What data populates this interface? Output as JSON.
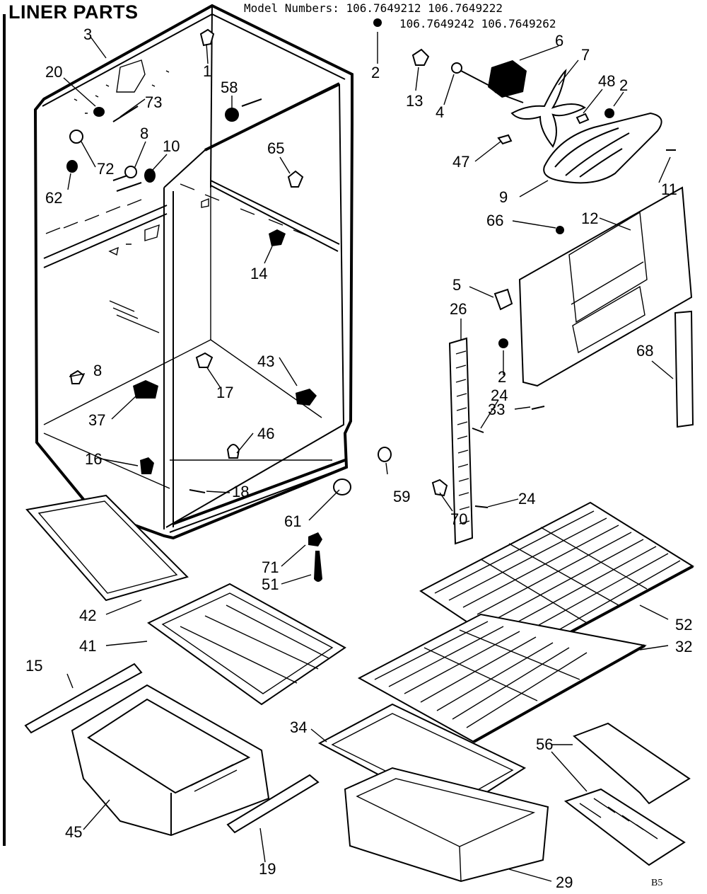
{
  "header": {
    "title": "LINER PARTS",
    "models_line1": "Model Numbers: 106.7649212 106.7649222",
    "models_line2": "106.7649242 106.7649262"
  },
  "corner_mark": "B5",
  "callouts": [
    {
      "id": "c3",
      "text": "3"
    },
    {
      "id": "c20",
      "text": "20"
    },
    {
      "id": "c73",
      "text": "73"
    },
    {
      "id": "c1",
      "text": "1"
    },
    {
      "id": "c58",
      "text": "58"
    },
    {
      "id": "c8a",
      "text": "8"
    },
    {
      "id": "c10",
      "text": "10"
    },
    {
      "id": "c72",
      "text": "72"
    },
    {
      "id": "c62",
      "text": "62"
    },
    {
      "id": "c65",
      "text": "65"
    },
    {
      "id": "c14",
      "text": "14"
    },
    {
      "id": "c2a",
      "text": "2"
    },
    {
      "id": "c13",
      "text": "13"
    },
    {
      "id": "c4",
      "text": "4"
    },
    {
      "id": "c6",
      "text": "6"
    },
    {
      "id": "c7",
      "text": "7"
    },
    {
      "id": "c48",
      "text": "48"
    },
    {
      "id": "c2b",
      "text": "2"
    },
    {
      "id": "c47",
      "text": "47"
    },
    {
      "id": "c9",
      "text": "9"
    },
    {
      "id": "c11",
      "text": "11"
    },
    {
      "id": "c66",
      "text": "66"
    },
    {
      "id": "c12",
      "text": "12"
    },
    {
      "id": "c5",
      "text": "5"
    },
    {
      "id": "c26",
      "text": "26"
    },
    {
      "id": "c2c",
      "text": "2"
    },
    {
      "id": "c68",
      "text": "68"
    },
    {
      "id": "c24a",
      "text": "24"
    },
    {
      "id": "c33",
      "text": "33"
    },
    {
      "id": "c8b",
      "text": "8"
    },
    {
      "id": "c17",
      "text": "17"
    },
    {
      "id": "c43",
      "text": "43"
    },
    {
      "id": "c37",
      "text": "37"
    },
    {
      "id": "c46",
      "text": "46"
    },
    {
      "id": "c16",
      "text": "16"
    },
    {
      "id": "c18",
      "text": "18"
    },
    {
      "id": "c59",
      "text": "59"
    },
    {
      "id": "c70",
      "text": "70"
    },
    {
      "id": "c24b",
      "text": "24"
    },
    {
      "id": "c61",
      "text": "61"
    },
    {
      "id": "c71",
      "text": "71"
    },
    {
      "id": "c51",
      "text": "51"
    },
    {
      "id": "c42",
      "text": "42"
    },
    {
      "id": "c41",
      "text": "41"
    },
    {
      "id": "c52",
      "text": "52"
    },
    {
      "id": "c32",
      "text": "32"
    },
    {
      "id": "c15",
      "text": "15"
    },
    {
      "id": "c34",
      "text": "34"
    },
    {
      "id": "c56",
      "text": "56"
    },
    {
      "id": "c45",
      "text": "45"
    },
    {
      "id": "c19",
      "text": "19"
    },
    {
      "id": "c29",
      "text": "29"
    }
  ]
}
